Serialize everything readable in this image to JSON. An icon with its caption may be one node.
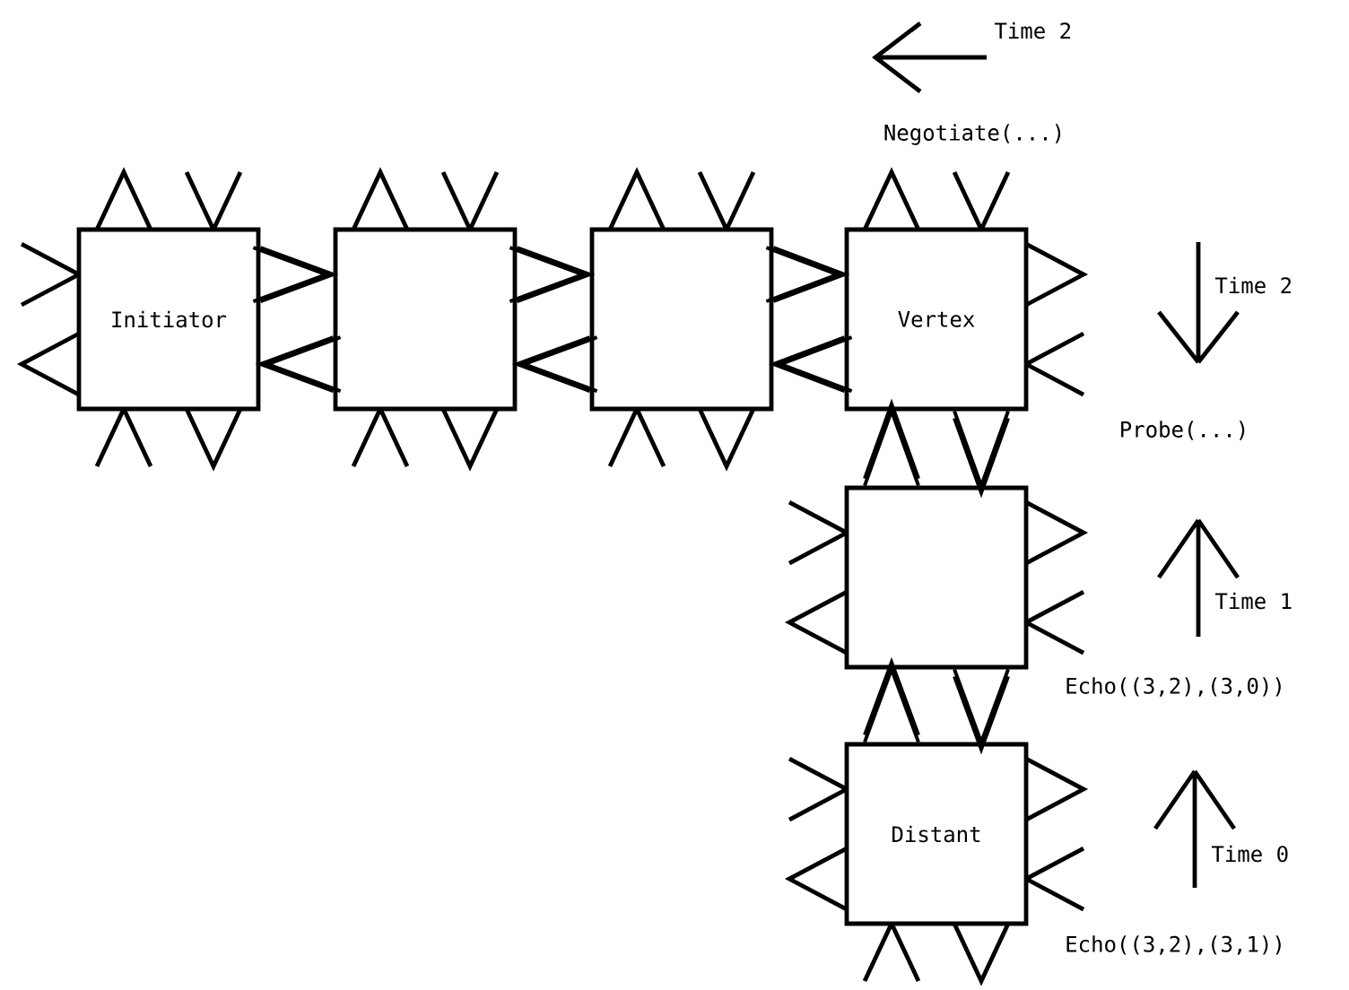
{
  "diagram": {
    "nodes": [
      {
        "text": [
          "Initiator"
        ]
      },
      {
        "text": [],
        "shape": "box"
      },
      {
        "text": [],
        "shape": "box"
      },
      {
        "text": [
          "Vertex"
        ]
      },
      {
        "text": [],
        "shape": "box"
      },
      {
        "text": [
          "Distant"
        ]
      }
    ],
    "edges": [
      {
        "from": 0,
        "to": 1,
        "arrow": "to"
      },
      {
        "from": 1,
        "to": 0,
        "arrow": "to"
      },
      {
        "from": 1,
        "to": 2,
        "arrow": "to"
      },
      {
        "from": 2,
        "to": 1,
        "arrow": "to"
      },
      {
        "from": 2,
        "to": 3,
        "arrow": "to"
      },
      {
        "from": 3,
        "to": 2,
        "arrow": "to"
      },
      {
        "from": 3,
        "to": 4,
        "arrow": "to"
      },
      {
        "from": 4,
        "to": 3,
        "arrow": "to"
      },
      {
        "from": 4,
        "to": 5,
        "arrow": "to"
      },
      {
        "from": 5,
        "to": 4,
        "arrow": "to"
      }
    ],
    "labels": [
      "Time 2",
      "Negotiate(...)",
      "Time 2",
      "Probe(...)",
      "Time 1",
      "Echo((3,2),(3,0))",
      "Time 0",
      "Echo((3,2),(3,1))"
    ]
  }
}
